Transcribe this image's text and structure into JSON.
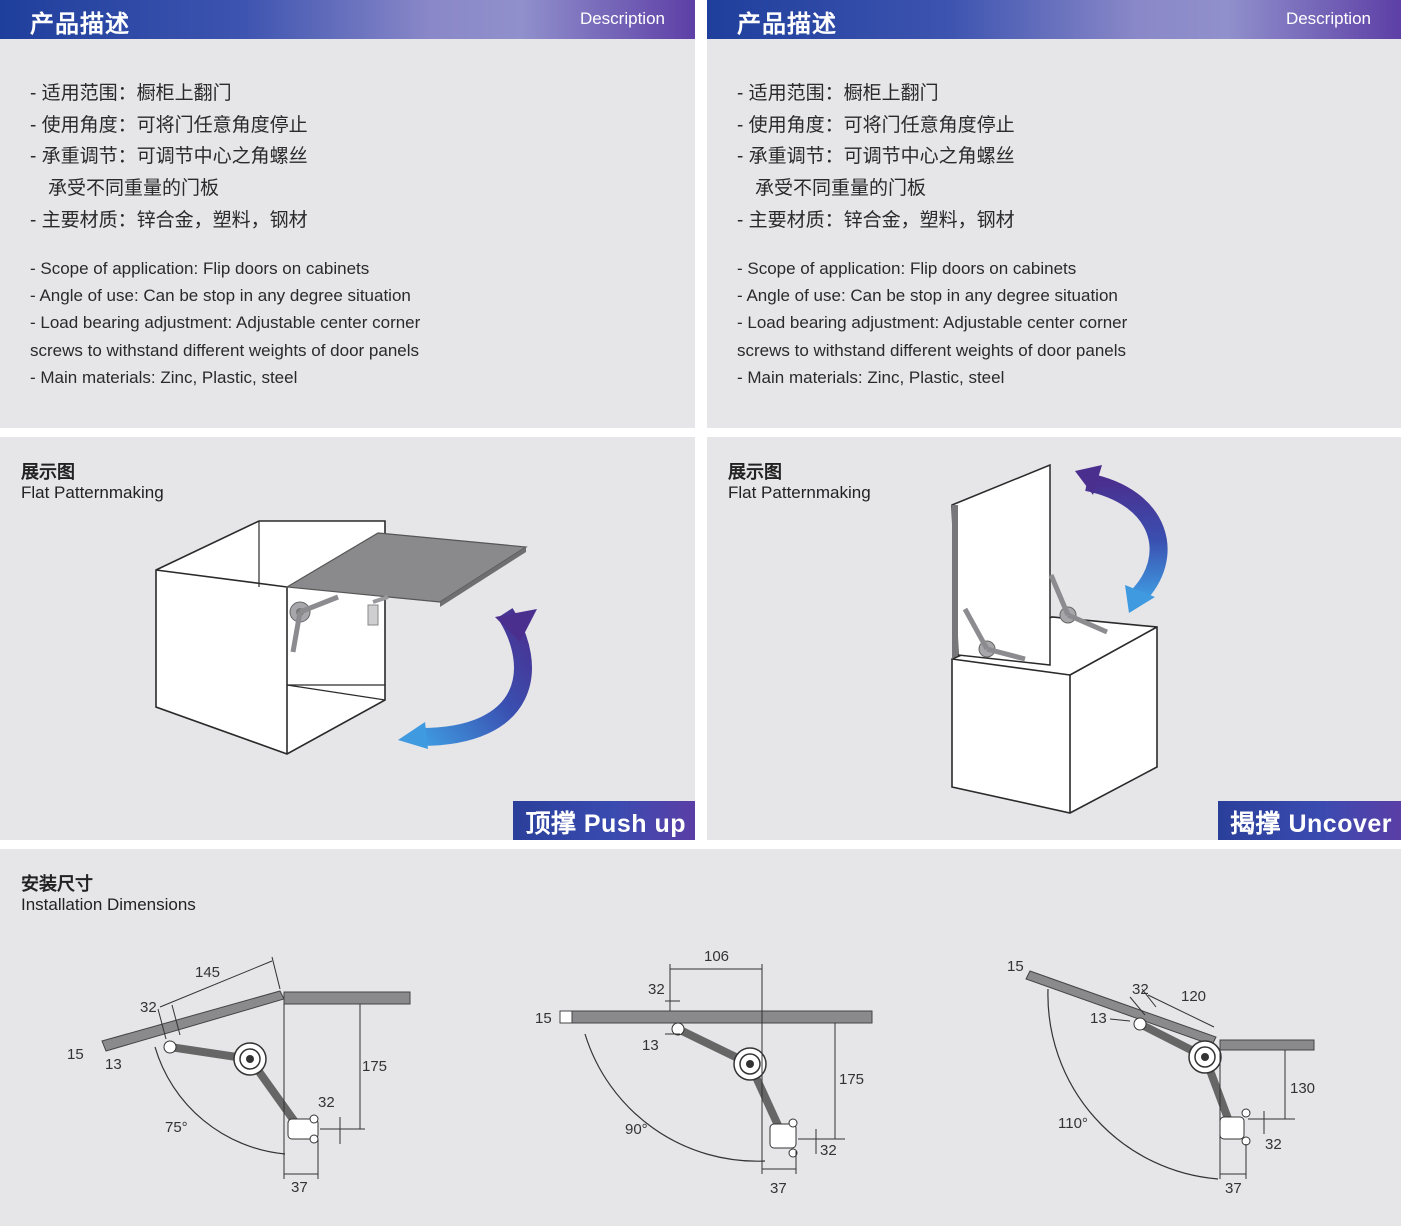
{
  "description_panels": [
    {
      "title_zh": "产品描述",
      "title_en": "Description",
      "zh_lines": [
        "-  适用范围：橱柜上翻门",
        "-  使用角度：可将门任意角度停止",
        "-  承重调节：可调节中心之角螺丝",
        "承受不同重量的门板",
        "-  主要材质：锌合金，塑料，钢材"
      ],
      "en_lines": [
        "- Scope of application: Flip doors on cabinets",
        "- Angle of use: Can be stop in any degree situation",
        "- Load bearing adjustment: Adjustable center corner",
        "screws to withstand different weights of door panels",
        "- Main materials: Zinc, Plastic, steel"
      ]
    },
    {
      "title_zh": "产品描述",
      "title_en": "Description",
      "zh_lines": [
        "-  适用范围：橱柜上翻门",
        "-  使用角度：可将门任意角度停止",
        "-  承重调节：可调节中心之角螺丝",
        "承受不同重量的门板",
        "-  主要材质：锌合金，塑料，钢材"
      ],
      "en_lines": [
        "- Scope of application: Flip doors on cabinets",
        "- Angle of use: Can be stop in any degree situation",
        "- Load bearing adjustment: Adjustable center corner",
        "screws to withstand different weights of door panels",
        "- Main materials: Zinc, Plastic, steel"
      ]
    }
  ],
  "display_panels": [
    {
      "title_zh": "展示图",
      "title_en": "Flat Patternmaking",
      "badge": "顶撑 Push up"
    },
    {
      "title_zh": "展示图",
      "title_en": "Flat Patternmaking",
      "badge": "揭撑 Uncover"
    }
  ],
  "install": {
    "title_zh": "安装尺寸",
    "title_en": "Installation Dimensions",
    "diagrams": [
      {
        "angle": "75°",
        "d_thick": "15",
        "d_edge": "13",
        "d_offset": "32",
        "d_arm": "145",
        "d_height": "175",
        "d_base_w": "32",
        "d_base_d": "37"
      },
      {
        "angle": "90°",
        "d_thick": "15",
        "d_edge": "13",
        "d_offset": "32",
        "d_arm": "106",
        "d_height": "175",
        "d_base_w": "32",
        "d_base_d": "37"
      },
      {
        "angle": "110°",
        "d_thick": "15",
        "d_edge": "13",
        "d_offset": "32",
        "d_arm": "120",
        "d_height": "130",
        "d_base_w": "32",
        "d_base_d": "37"
      }
    ]
  },
  "colors": {
    "panel_bg": "#e6e5e8",
    "header_start": "#1f3f9c",
    "header_end": "#5d3fa6",
    "door": "#8a898c",
    "arrow_blue": "#3f8fd6",
    "arrow_purple": "#4a2f8f"
  }
}
